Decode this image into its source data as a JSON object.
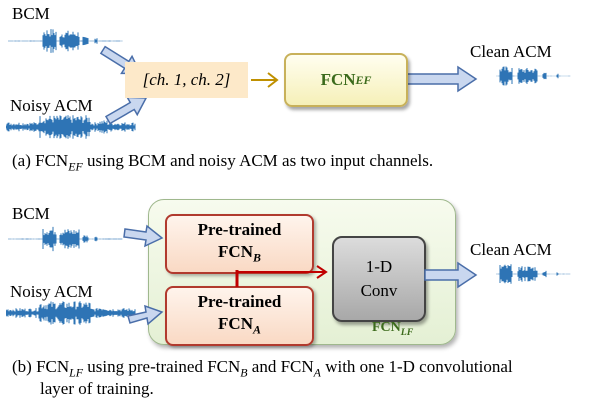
{
  "top": {
    "bcm_label": "BCM",
    "noisy_label": "Noisy ACM",
    "channels_label": "[ch. 1, ch. 2]",
    "fcn_name": "FCN",
    "fcn_sub": "EF",
    "clean_label": "Clean ACM",
    "caption_prefix": "(a) FCN",
    "caption_sub": "EF",
    "caption_rest": " using BCM and noisy ACM as two input channels."
  },
  "bottom": {
    "bcm_label": "BCM",
    "noisy_label": "Noisy ACM",
    "pretrained_b_line1": "Pre-trained",
    "pretrained_b_name": "FCN",
    "pretrained_b_sub": "B",
    "pretrained_a_line1": "Pre-trained",
    "pretrained_a_name": "FCN",
    "pretrained_a_sub": "A",
    "conv_line1": "1-D",
    "conv_line2": "Conv",
    "clean_label": "Clean ACM",
    "container_name": "FCN",
    "container_sub": "LF",
    "caption_prefix": "(b) FCN",
    "caption_sub1": "LF",
    "caption_mid1": " using pre-trained FCN",
    "caption_sub2": "B",
    "caption_mid2": " and FCN",
    "caption_sub3": "A",
    "caption_mid3": "  with one 1-D convolutional",
    "caption_line2": "layer of training."
  },
  "colors": {
    "wave": "#2e74b5",
    "arrow_fill": "#c9d7ef",
    "arrow_stroke": "#4a6ea9",
    "gold_arrow": "#bf9000",
    "red_arrow": "#c00000",
    "fcn_text": "#3c6b1c"
  }
}
